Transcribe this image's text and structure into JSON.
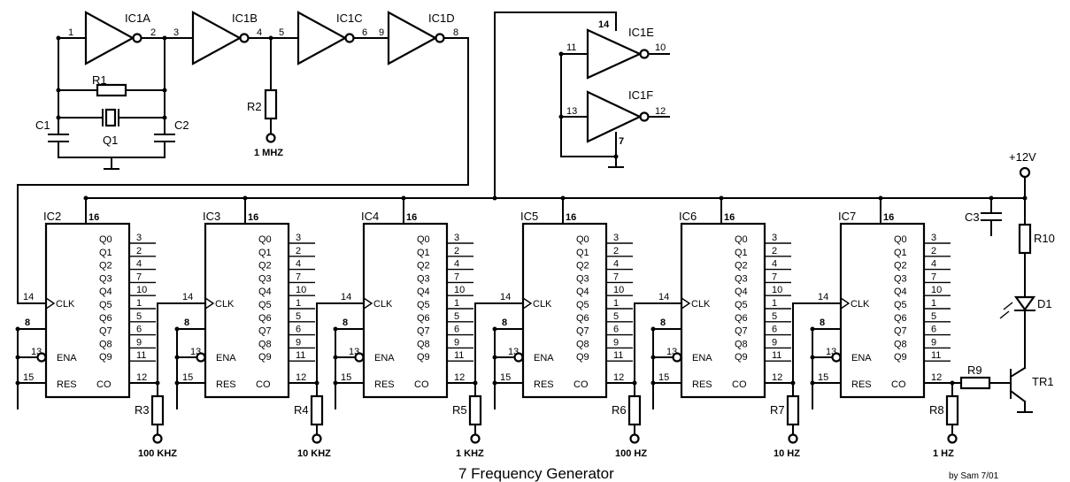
{
  "title": "7 Frequency Generator",
  "credit": "by Sam 7/01",
  "inverters": [
    {
      "name": "IC1A"
    },
    {
      "name": "IC1B"
    },
    {
      "name": "IC1C"
    },
    {
      "name": "IC1D"
    },
    {
      "name": "IC1E"
    },
    {
      "name": "IC1F"
    }
  ],
  "oscillator": {
    "r1": "R1",
    "c1": "C1",
    "c2": "C2",
    "q1": "Q1",
    "r2": "R2",
    "out": "1 MHZ"
  },
  "counter_pins": {
    "vcc": "16",
    "gnd": "8",
    "clk": "14",
    "ena": "13",
    "res": "15",
    "co": "12",
    "outputs": [
      "3",
      "2",
      "4",
      "7",
      "10",
      "1",
      "5",
      "6",
      "9",
      "11"
    ],
    "output_labels": [
      "Q0",
      "Q1",
      "Q2",
      "Q3",
      "Q4",
      "Q5",
      "Q6",
      "Q7",
      "Q8",
      "Q9"
    ],
    "clk_label": "CLK",
    "ena_label": "ENA",
    "res_label": "RES",
    "co_label": "CO"
  },
  "stages": [
    {
      "ic": "IC2",
      "resistor": "R3",
      "output": "100 KHZ"
    },
    {
      "ic": "IC3",
      "resistor": "R4",
      "output": "10 KHZ"
    },
    {
      "ic": "IC4",
      "resistor": "R5",
      "output": "1 KHZ"
    },
    {
      "ic": "IC5",
      "resistor": "R6",
      "output": "100 HZ"
    },
    {
      "ic": "IC6",
      "resistor": "R7",
      "output": "10 HZ"
    },
    {
      "ic": "IC7",
      "resistor": "R8",
      "output": "1 HZ"
    }
  ],
  "power": {
    "supply": "+12V",
    "c3": "C3",
    "r10": "R10",
    "d1": "D1",
    "r9": "R9",
    "tr1": "TR1"
  }
}
